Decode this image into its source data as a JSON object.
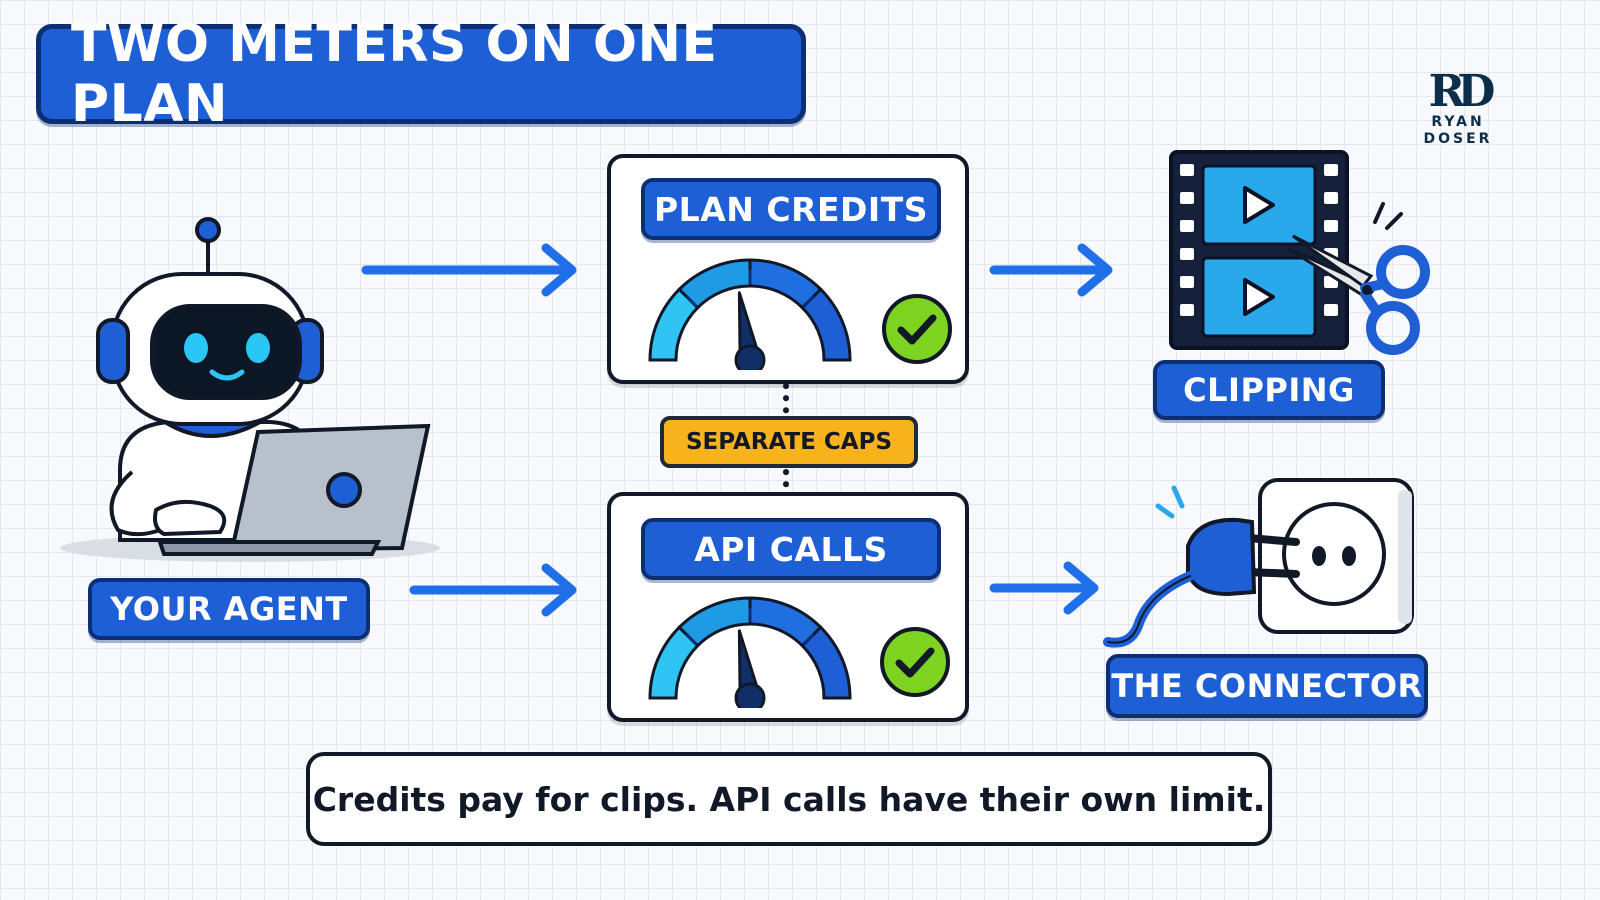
{
  "title": "TWO METERS ON ONE PLAN",
  "brand": {
    "mark": "RD",
    "line1": "RYAN",
    "line2": "DOSER"
  },
  "agent": {
    "label": "YOUR AGENT"
  },
  "meters": [
    {
      "label": "PLAN CREDITS",
      "status": "ok",
      "level": 0.45
    },
    {
      "label": "API CALLS",
      "status": "ok",
      "level": 0.45
    }
  ],
  "separator": {
    "label": "SEPARATE CAPS"
  },
  "destinations": [
    {
      "label": "CLIPPING",
      "icon": "film-scissors-icon"
    },
    {
      "label": "THE CONNECTOR",
      "icon": "plug-socket-icon"
    }
  ],
  "caption": "Credits pay for clips. API calls have their own limit.",
  "colors": {
    "primary": "#1f5fd6",
    "dark": "#0c2e73",
    "accent_yellow": "#f8b21c",
    "check_green": "#7ed321",
    "gauge_light": "#29b6f6"
  }
}
